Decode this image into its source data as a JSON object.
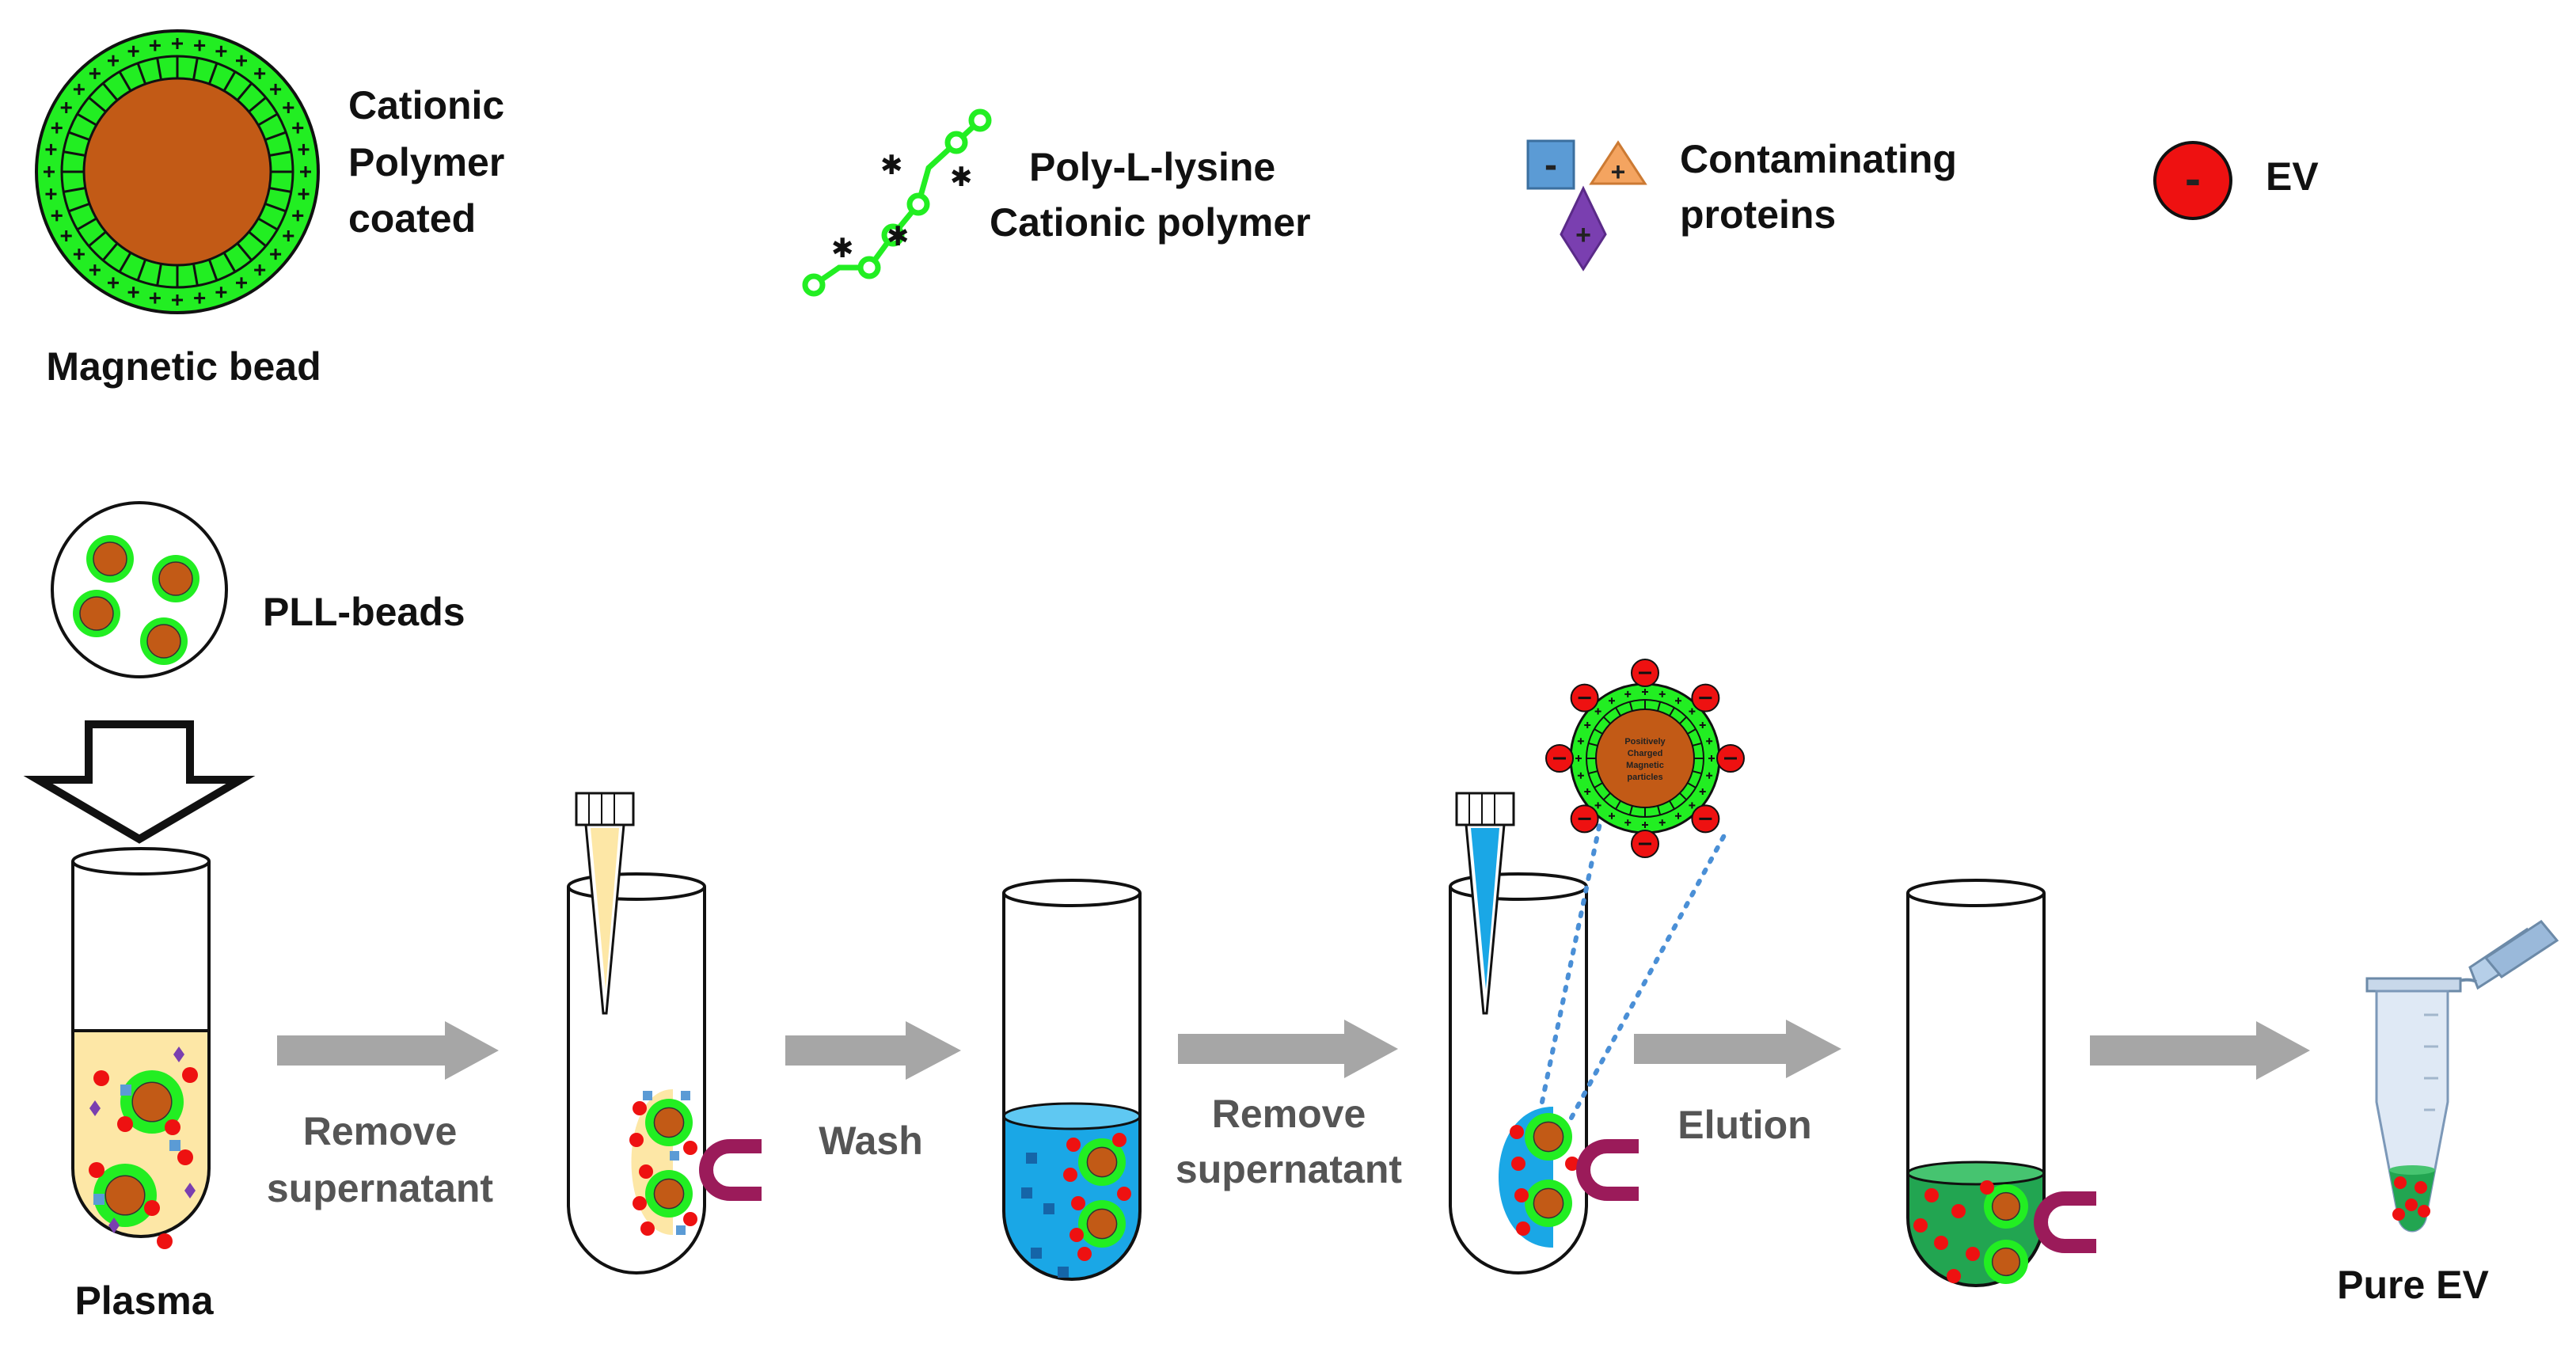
{
  "legend": {
    "bead_label_lines": [
      "Cationic",
      "Polymer",
      "coated"
    ],
    "bead_caption": "Magnetic bead",
    "polymer_label_lines": [
      "Poly-L-lysine",
      "Cationic polymer"
    ],
    "protein_label_lines": [
      "Contaminating",
      "proteins"
    ],
    "protein_charges": [
      "-",
      "+",
      "+"
    ],
    "ev_label": "EV",
    "ev_charge": "-",
    "pll_beads_label": "PLL-beads"
  },
  "steps": {
    "plasma": "Plasma",
    "remove1_lines": [
      "Remove",
      "supernatant"
    ],
    "wash": "Wash",
    "remove2_lines": [
      "Remove",
      "supernatant"
    ],
    "elution": "Elution",
    "pure_ev": "Pure EV"
  },
  "inset": {
    "core_text_lines": [
      "Positively",
      "Charged",
      "Magnetic",
      "particles"
    ],
    "ev_charge": "-"
  },
  "colors": {
    "bead_shell": "#22ee22",
    "bead_core": "#c25a16",
    "plasma": "#fde7a6",
    "wash_buffer": "#1aa7e6",
    "elution_buffer": "#22a551",
    "ev": "#ee1111",
    "magnet": "#9b1b5a",
    "arrow": "#a6a6a6",
    "protein_blue": "#5b9bd5",
    "protein_orange": "#f4a460",
    "protein_purple": "#7a3fb0",
    "tube_outline": "#111111"
  },
  "icons": [
    "magnetic-bead-icon",
    "polymer-chain-icon",
    "protein-icon",
    "ev-icon",
    "magnet-icon",
    "pipette-tip-icon",
    "microtube-icon"
  ]
}
